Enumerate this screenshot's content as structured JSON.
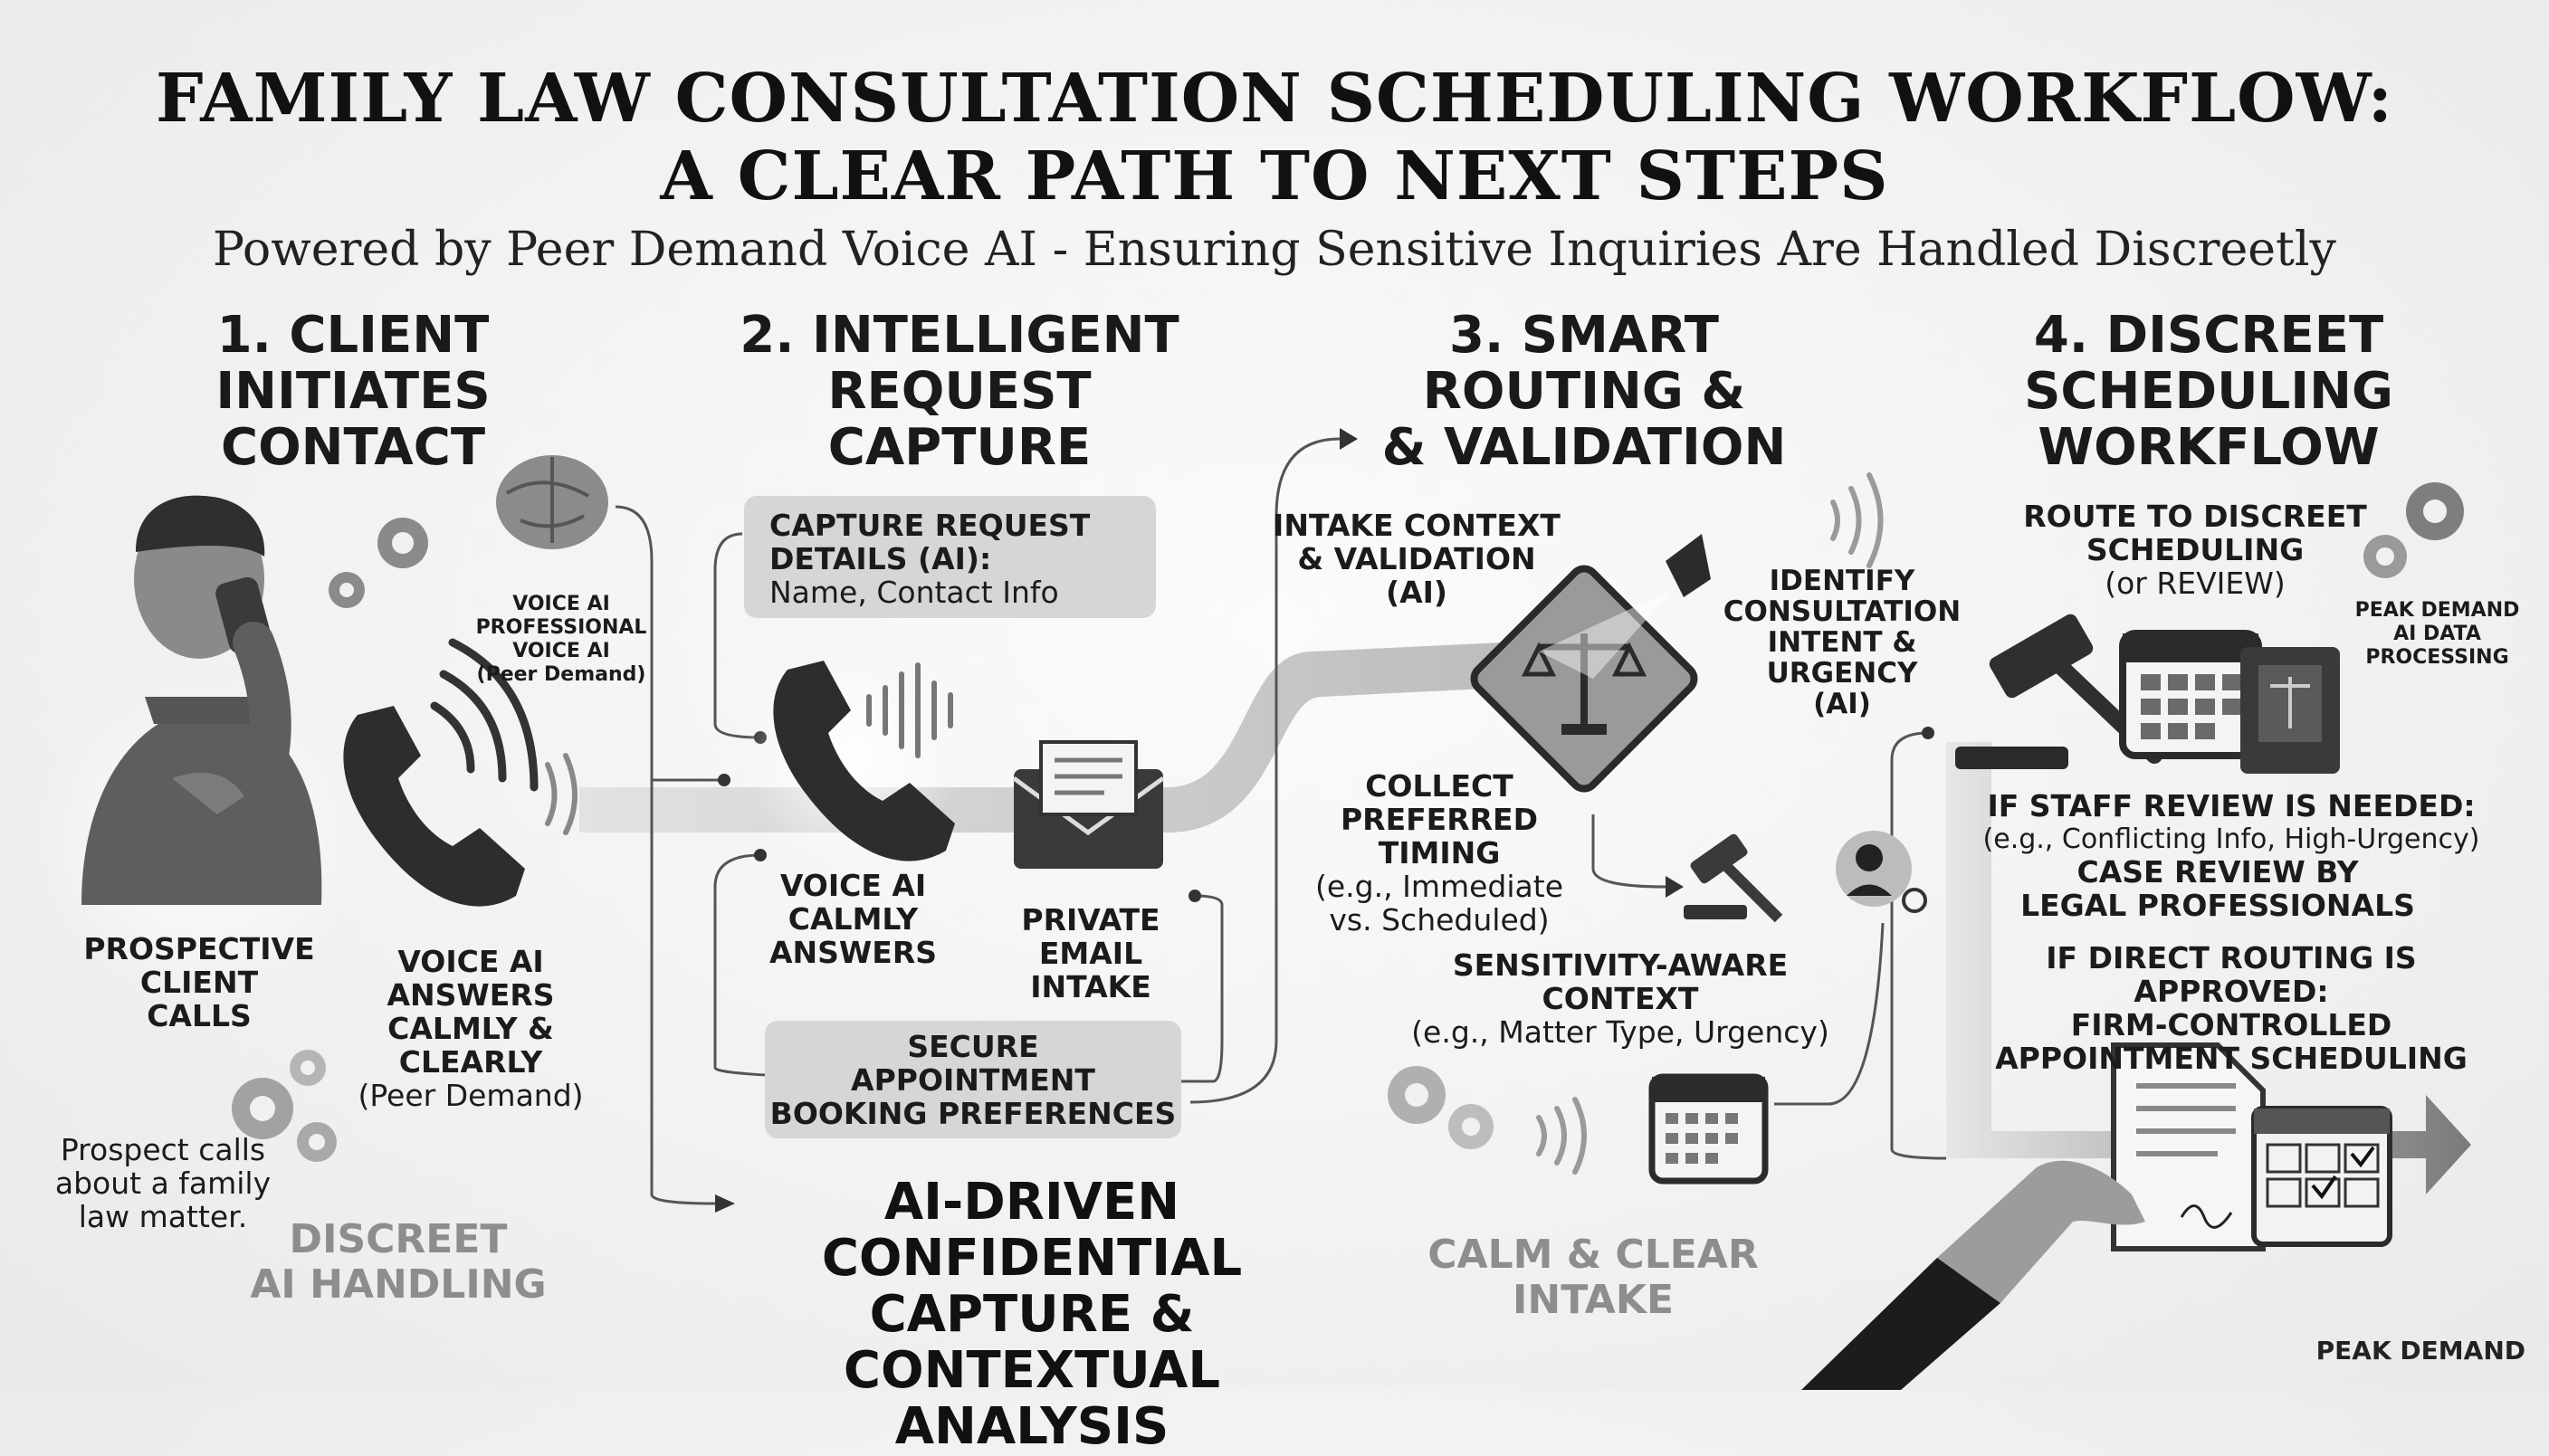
{
  "title": {
    "line1": "FAMILY LAW CONSULTATION SCHEDULING WORKFLOW:",
    "line2": "A CLEAR PATH TO NEXT STEPS",
    "subtitle": "Powered by Peer Demand Voice AI - Ensuring Sensitive Inquiries Are Handled Discreetly"
  },
  "steps": [
    {
      "num": "1.",
      "lines": [
        "1. CLIENT",
        "INITIATES",
        "CONTACT"
      ]
    },
    {
      "num": "2.",
      "lines": [
        "2. INTELLIGENT",
        "REQUEST",
        "CAPTURE"
      ]
    },
    {
      "num": "3.",
      "lines": [
        "3. SMART",
        "ROUTING &",
        "& VALIDATION"
      ]
    },
    {
      "num": "4.",
      "lines": [
        "4. DISCREET",
        "SCHEDULING",
        "WORKFLOW"
      ]
    }
  ],
  "step1": {
    "prospective": [
      "PROSPECTIVE",
      "CLIENT",
      "CALLS"
    ],
    "voice_ai_answers": [
      "VOICE AI",
      "ANSWERS",
      "CALMLY &",
      "CLEARLY"
    ],
    "peer_demand": "(Peer Demand)",
    "brain_label": [
      "VOICE AI",
      "PROFESSIONAL",
      "VOICE AI",
      "(Peer Demand)"
    ],
    "prospect_note": [
      "Prospect calls",
      "about a family",
      "law matter."
    ],
    "discreet": [
      "DISCREET",
      "AI HANDLING"
    ]
  },
  "step2": {
    "capture_box": [
      "CAPTURE REQUEST",
      "DETAILS (AI):"
    ],
    "capture_box_detail": "Name, Contact Info",
    "voice_calmly": [
      "VOICE AI",
      "CALMLY",
      "ANSWERS"
    ],
    "private_email": [
      "PRIVATE",
      "EMAIL",
      "INTAKE"
    ],
    "secure_box": [
      "SECURE",
      "APPOINTMENT",
      "BOOKING PREFERENCES"
    ],
    "bottom_caption": [
      "AI-DRIVEN CONFIDENTIAL",
      "CAPTURE & CONTEXTUAL",
      "ANALYSIS"
    ]
  },
  "step3": {
    "intake": [
      "INTAKE CONTEXT",
      "& VALIDATION",
      "(AI)"
    ],
    "identify": [
      "IDENTIFY",
      "CONSULTATION",
      "INTENT &",
      "URGENCY",
      "(AI)"
    ],
    "collect": [
      "COLLECT",
      "PREFERRED",
      "TIMING"
    ],
    "collect_detail": [
      "(e.g., Immediate",
      "vs. Scheduled)"
    ],
    "sensitivity": [
      "SENSITIVITY-AWARE",
      "CONTEXT"
    ],
    "sensitivity_detail": "(e.g., Matter Type, Urgency)",
    "calm": [
      "CALM & CLEAR",
      "INTAKE"
    ]
  },
  "step4": {
    "route": [
      "ROUTE TO DISCREET",
      "SCHEDULING"
    ],
    "route_detail": "(or REVIEW)",
    "peak_processing": [
      "PEAK DEMAND",
      "AI DATA",
      "PROCESSING"
    ],
    "staff_review": "IF STAFF REVIEW IS NEEDED:",
    "staff_review_detail": "(e.g., Conflicting Info, High-Urgency)",
    "case_review": [
      "CASE REVIEW BY",
      "LEGAL PROFESSIONALS"
    ],
    "direct_routing": "IF DIRECT ROUTING IS APPROVED:",
    "firm_controlled": [
      "FIRM-CONTROLLED",
      "APPOINTMENT SCHEDULING"
    ]
  },
  "brand": "PEAK DEMAND",
  "colors": {
    "ink": "#1b1b1b",
    "mid": "#6e6e6e",
    "light": "#d6d6d6",
    "faded": "#8d8d8d"
  }
}
